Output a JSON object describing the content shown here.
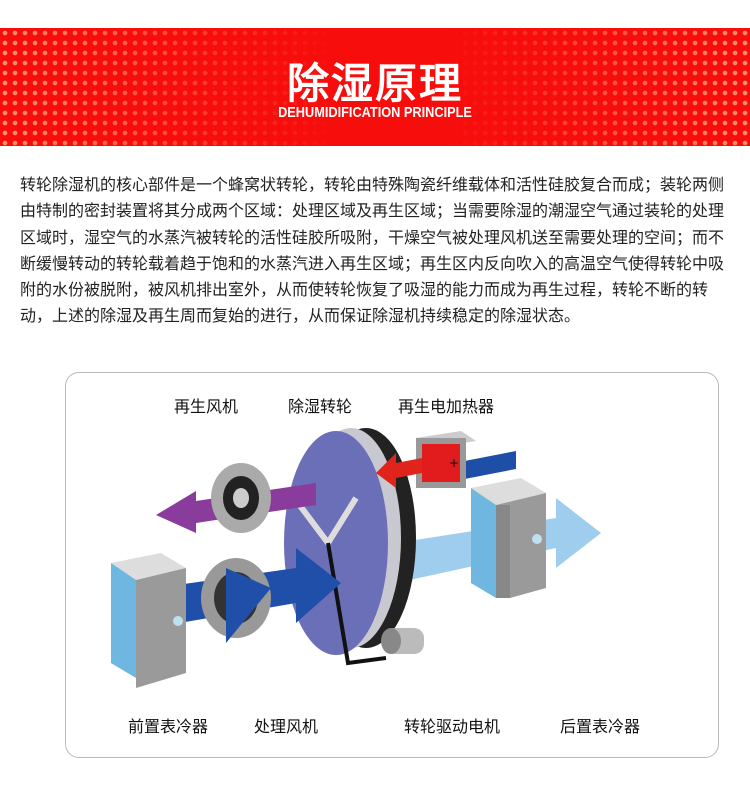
{
  "header": {
    "title": "除湿原理",
    "subtitle": "DEHUMIDIFICATION PRINCIPLE"
  },
  "description": "转轮除湿机的核心部件是一个蜂窝状转轮，转轮由特殊陶瓷纤维载体和活性硅胶复合而成；装轮两侧由特制的密封装置将其分成两个区域：处理区域及再生区域；当需要除湿的潮湿空气通过装轮的处理区域时，湿空气的水蒸汽被转轮的活性硅胶所吸附，干燥空气被处理风机送至需要处理的空间；而不断缓慢转动的转轮载着趋于饱和的水蒸汽进入再生区域；再生区内反向吹入的高温空气使得转轮中吸附的水份被脱附，被风机排出室外，从而使转轮恢复了吸湿的能力而成为再生过程，转轮不断的转动，上述的除湿及再生周而复始的进行，从而保证除湿机持续稳定的除湿状态。",
  "diagram": {
    "labels": {
      "regen_fan": "再生风机",
      "desiccant_wheel": "除湿转轮",
      "regen_heater": "再生电加热器",
      "pre_cooler": "前置表冷器",
      "process_fan": "处理风机",
      "wheel_motor": "转轮驱动电机",
      "post_cooler": "后置表冷器"
    },
    "colors": {
      "process_air": "#1f4fa8",
      "dry_air": "#8fc3ea",
      "exhaust_air": "#8a3c9c",
      "hot_air": "#e0241b",
      "wheel": "#6b6fb8"
    }
  }
}
